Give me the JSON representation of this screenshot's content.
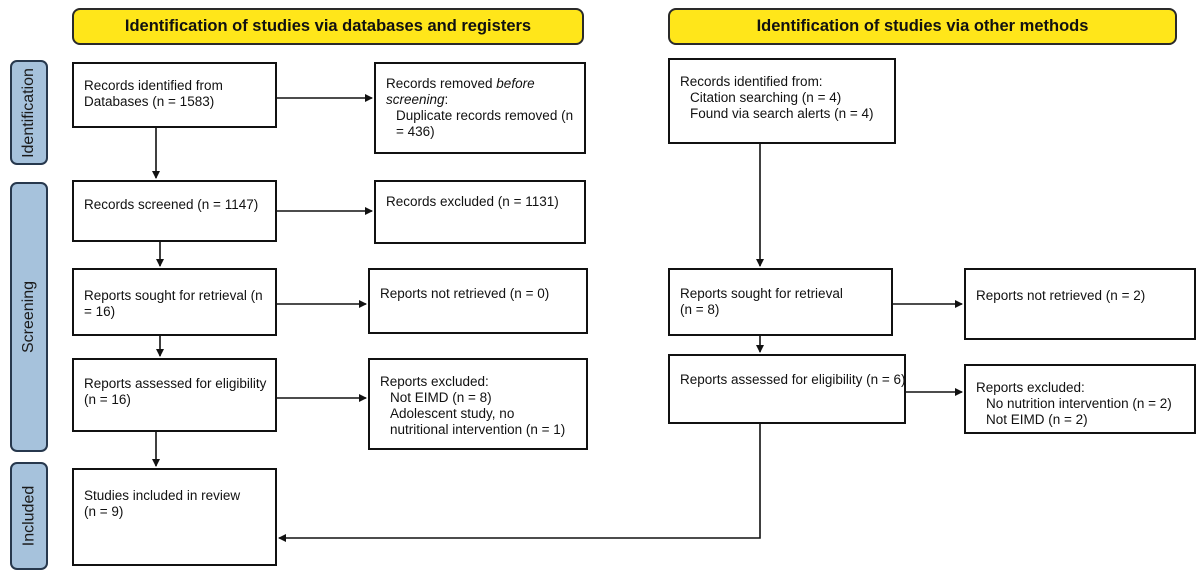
{
  "headers": {
    "databases": "Identification of studies via databases and registers",
    "other": "Identification of studies via other methods"
  },
  "stages": {
    "identification": "Identification",
    "screening": "Screening",
    "included": "Included"
  },
  "boxes": {
    "identified_db": {
      "line1": "Records identified from",
      "line2": "Databases (n = 1583)"
    },
    "removed": {
      "line1_prefix": "Records removed ",
      "line1_italic": "before",
      "line2_italic": "screening",
      "line2_suffix": ":",
      "line3": "Duplicate records removed (n",
      "line4": "= 436)"
    },
    "screened": {
      "line1": "Records screened (n = 1147)"
    },
    "excluded": {
      "line1": "Records excluded (n = 1131)"
    },
    "sought_db": {
      "line1": "Reports sought for retrieval (n",
      "line2": "= 16)"
    },
    "not_retrieved_db": {
      "line1": "Reports not retrieved (n = 0)"
    },
    "assessed_db": {
      "line1": "Reports assessed for eligibility",
      "line2": "(n = 16)"
    },
    "excluded_reports_db": {
      "line1": "Reports excluded:",
      "line2": "Not EIMD (n = 8)",
      "line3": "Adolescent study, no",
      "line4": "nutritional intervention (n = 1)"
    },
    "included": {
      "line1": "Studies included in review",
      "line2": "(n = 9)"
    },
    "identified_other": {
      "line1": "Records identified from:",
      "line2": "Citation searching (n = 4)",
      "line3": "Found via search alerts (n = 4)"
    },
    "sought_other": {
      "line1": "Reports sought for retrieval",
      "line2": "(n = 8)"
    },
    "not_retrieved_other": {
      "line1": "Reports not retrieved (n = 2)"
    },
    "assessed_other": {
      "line1": "Reports assessed for eligibility (n = 6)"
    },
    "excluded_reports_other": {
      "line1": "Reports excluded:",
      "line2": "No nutrition intervention (n = 2)",
      "line3": "Not EIMD (n = 2)"
    }
  }
}
